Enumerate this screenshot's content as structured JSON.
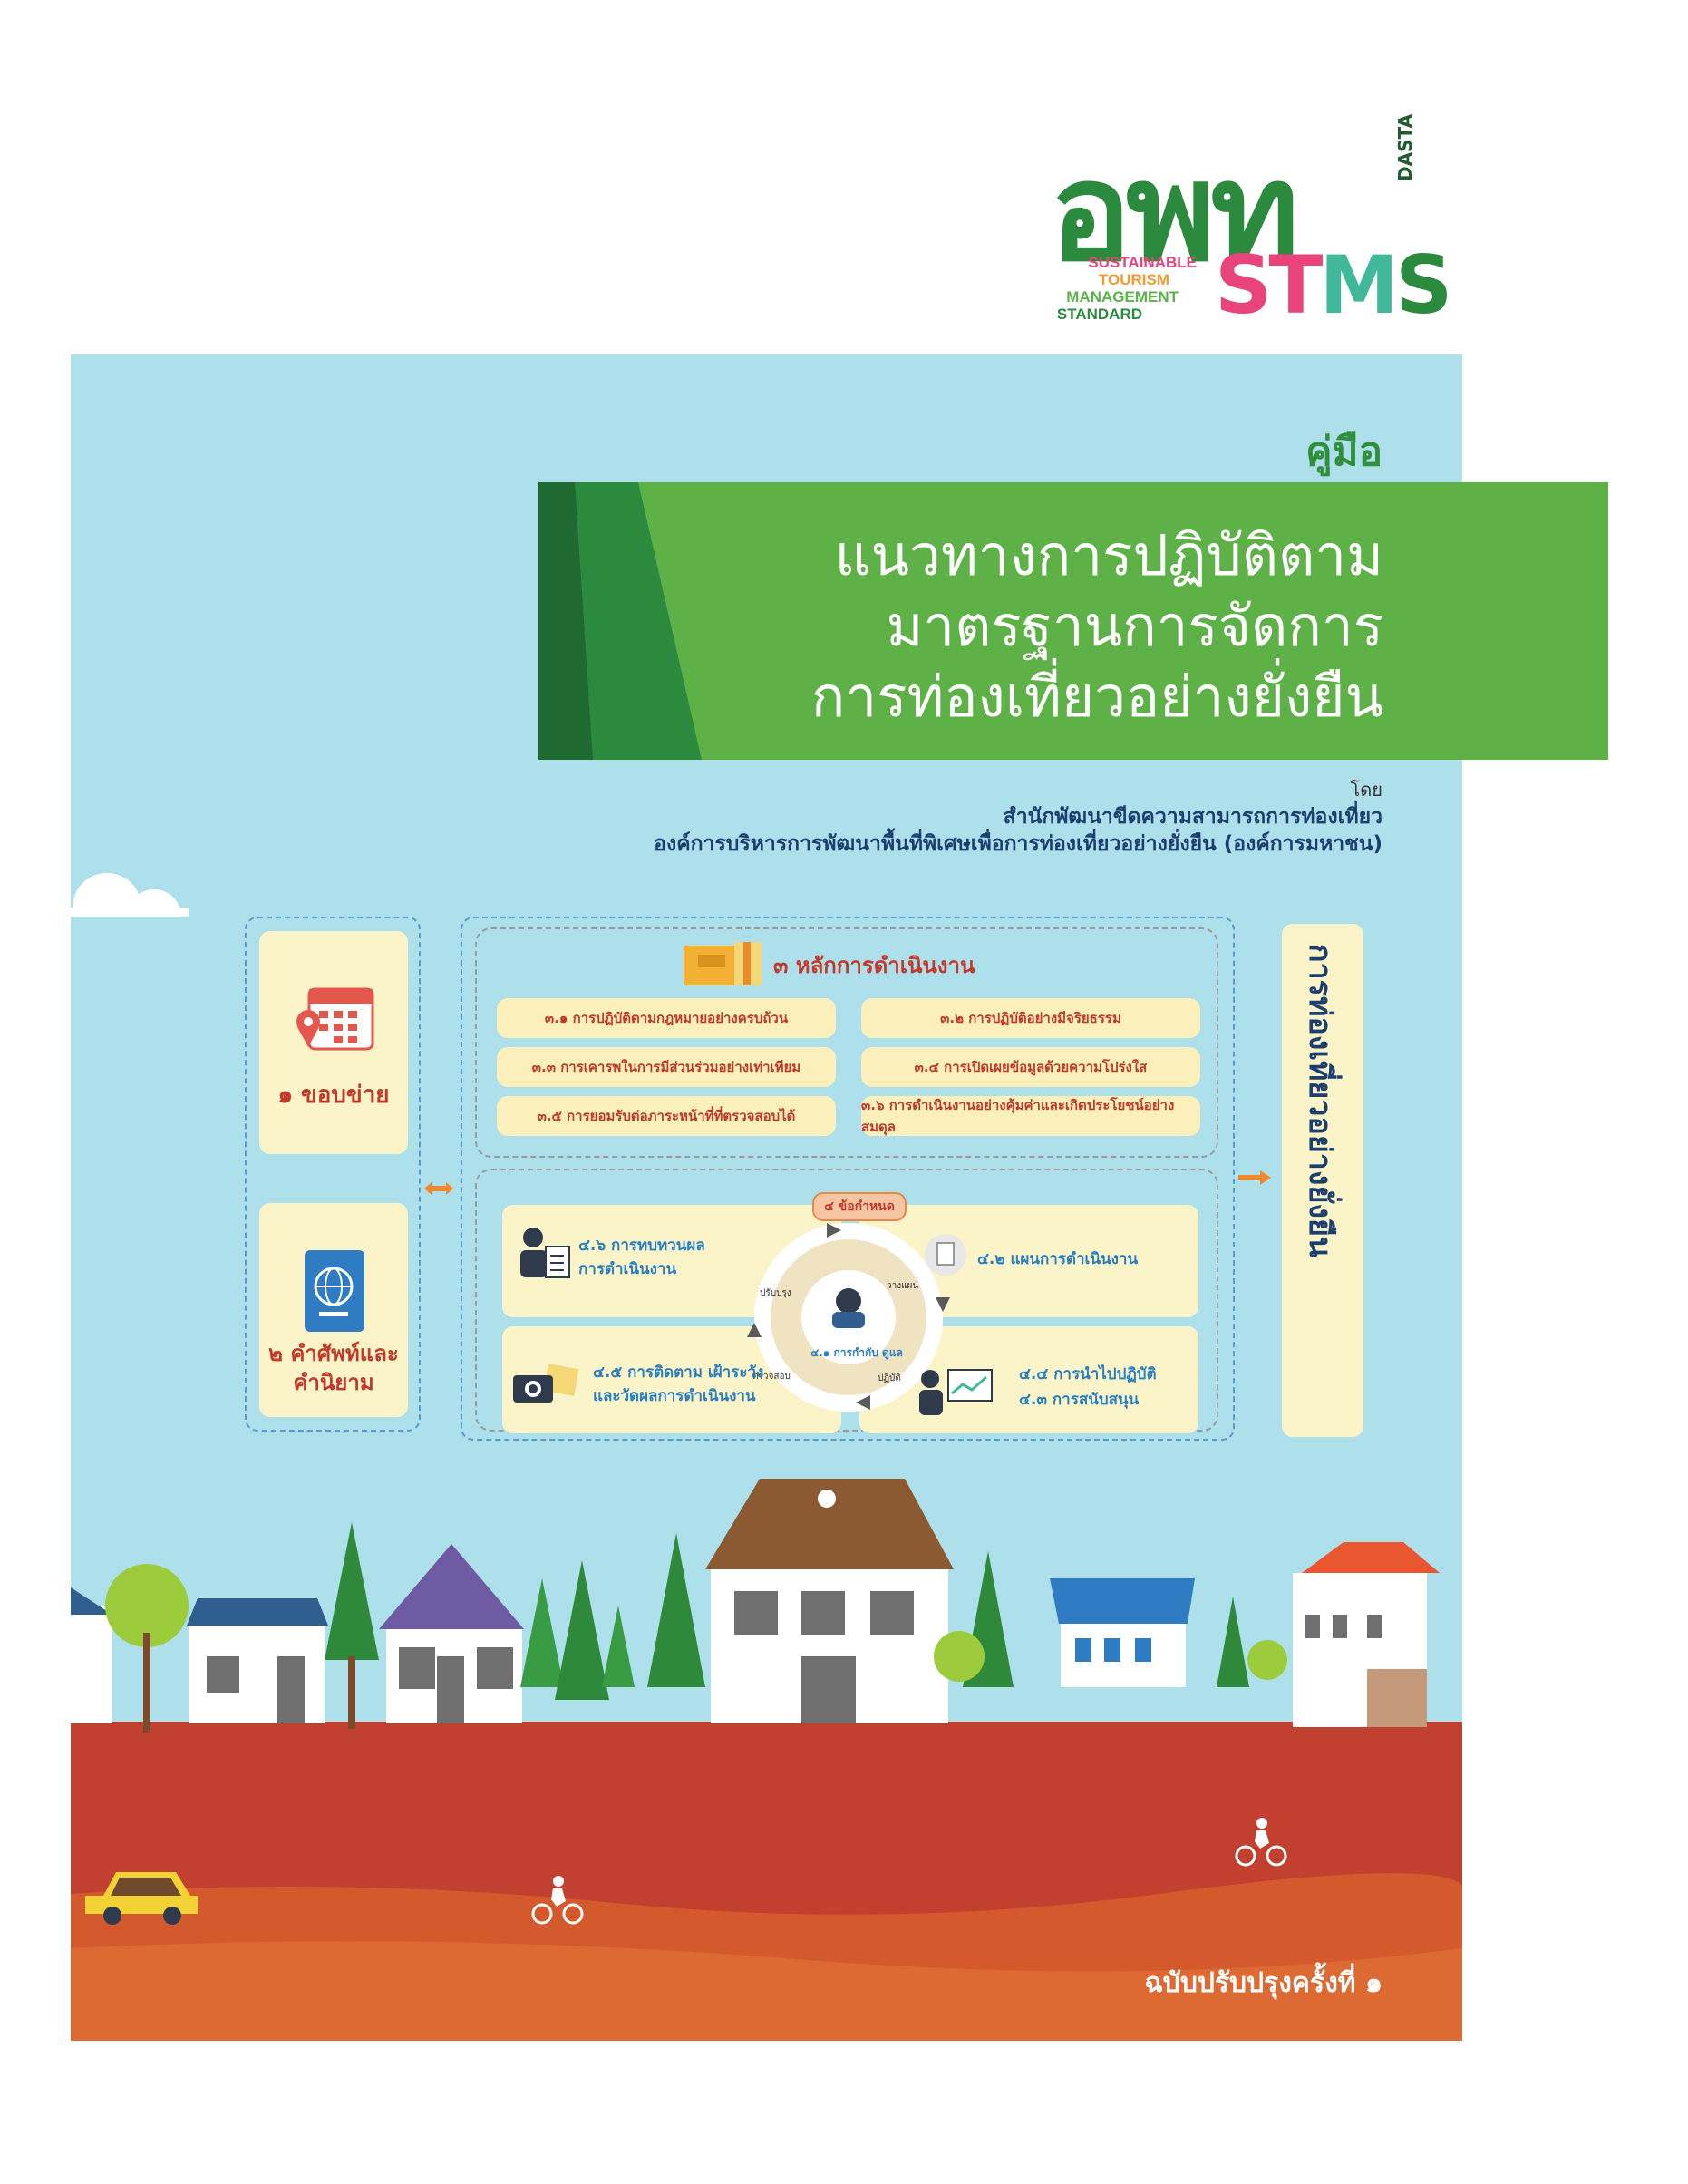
{
  "logo": {
    "main": "อพท",
    "side": "DASTA",
    "lines": [
      "SUSTAINABLE",
      "TOURISM",
      "MANAGEMENT",
      "STANDARD"
    ],
    "stms": "STMS",
    "colors": {
      "green": "#2c8a3e",
      "pink": "#e8437a",
      "orange": "#f29b31",
      "teal": "#3fb99a"
    }
  },
  "cover": {
    "manual_label": "คู่มือ",
    "title_lines": [
      "แนวทางการปฏิบัติตาม",
      "มาตรฐานการจัดการ",
      "การท่องเที่ยวอย่างยั่งยืน"
    ],
    "by_label": "โดย",
    "org_1": "สำนักพัฒนาขีดความสามารถการท่องเที่ยว",
    "org_2": "องค์การบริหารการพัฒนาพื้นที่พิเศษเพื่อการท่องเที่ยวอย่างยั่งยืน (องค์การมหาชน)",
    "edition": "ฉบับปรับปรุงครั้งที่ ๑"
  },
  "diagram": {
    "scope_label": "๑ ขอบข่าย",
    "terms_label": "๒ คำศัพท์และคำนิยาม",
    "principles_title": "๓ หลักการดำเนินงาน",
    "principles": [
      "๓.๑ การปฏิบัติตามกฎหมายอย่างครบถ้วน",
      "๓.๒ การปฏิบัติอย่างมีจริยธรรม",
      "๓.๓ การเคารพในการมีส่วนร่วมอย่างเท่าเทียม",
      "๓.๔ การเปิดเผยข้อมูลด้วยความโปร่งใส",
      "๓.๕ การยอมรับต่อภาระหน้าที่ที่ตรวจสอบได้",
      "๓.๖ การดำเนินงานอย่างคุ้มค่าและเกิดประโยชน์อย่างสมดุล"
    ],
    "requirements_title": "๔ ข้อกำหนด",
    "req_review": "๔.๖ การทบทวนผล การดำเนินงาน",
    "req_plan": "๔.๒ แผนการดำเนินงาน",
    "req_monitor": "๔.๕ การติดตาม เฝ้าระวัง และวัดผลการดำเนินงาน",
    "req_implement": "๔.๔ การนำไปปฏิบัติ",
    "req_support": "๔.๓ การสนับสนุน",
    "req_center": "๔.๑ การกำกับ ดูแล",
    "cycle_labels": [
      "ปรับปรุง",
      "วางแผน",
      "ตรวจสอบ",
      "ปฏิบัติ"
    ],
    "outcome": "การท่องเที่ยวอย่างยั่งยืน"
  }
}
